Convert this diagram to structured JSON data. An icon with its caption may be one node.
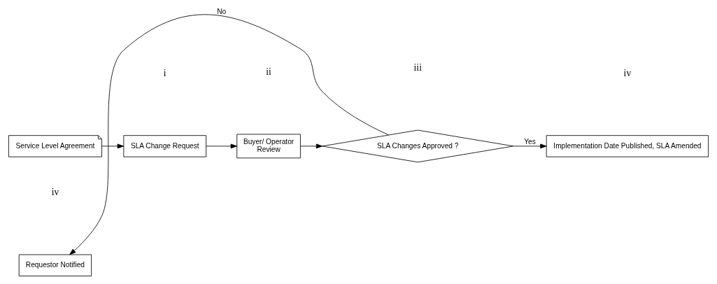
{
  "diagram": {
    "nodes": [
      {
        "text": [
          "Service Level Agreement"
        ]
      },
      {
        "text": [
          "SLA Change Request"
        ]
      },
      {
        "text": [
          "Buyer/ Operator",
          "Review"
        ]
      },
      {
        "text": [
          "SLA Changes Approved ?"
        ]
      },
      {
        "text": [
          "Implementation Date Published, SLA Amended"
        ]
      },
      {
        "text": [
          "Requestor Notified"
        ]
      }
    ],
    "edges": [
      {
        "from": 0,
        "to": 1,
        "arrow": "to"
      },
      {
        "from": 1,
        "to": 2,
        "arrow": "to"
      },
      {
        "from": 2,
        "to": 3,
        "arrow": "to"
      },
      {
        "from": 3,
        "to": 4,
        "arrow": "to",
        "label": "Yes"
      },
      {
        "from": 3,
        "to": 5,
        "arrow": "to",
        "label": "No"
      }
    ],
    "labels": [
      "i",
      "ii",
      "iii",
      "iv",
      "iv"
    ]
  }
}
